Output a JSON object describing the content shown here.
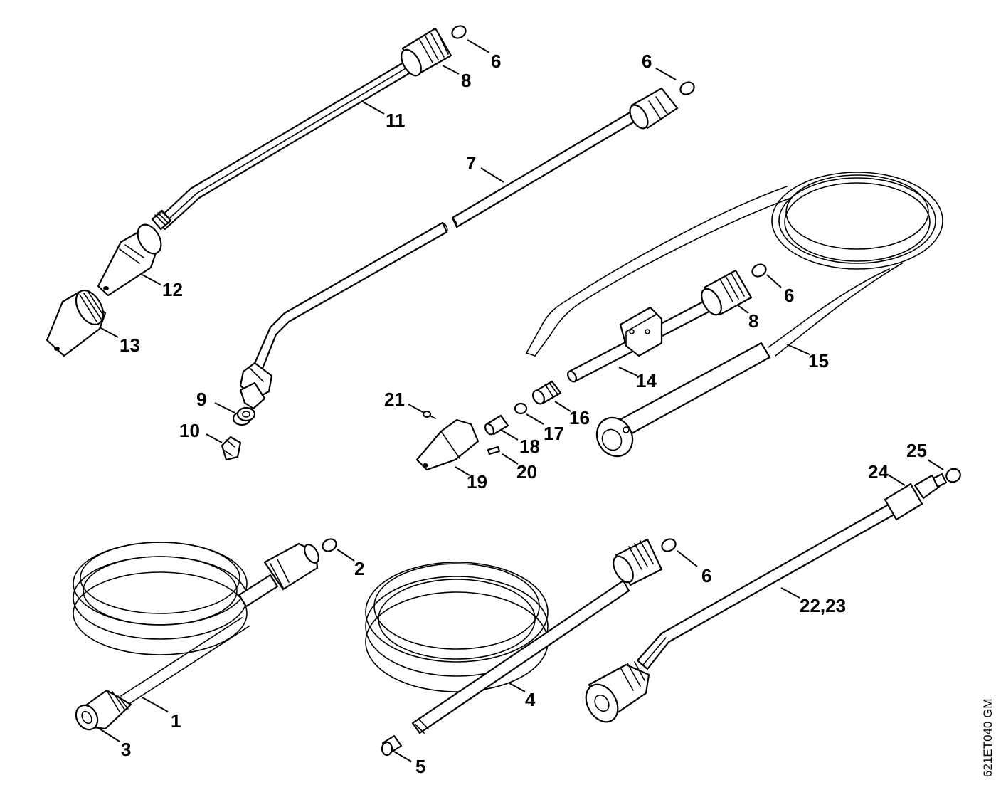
{
  "diagram": {
    "reference_code": "621ET040 GM",
    "callouts": [
      "1",
      "2",
      "3",
      "4",
      "5",
      "6",
      "6",
      "6",
      "6",
      "7",
      "8",
      "8",
      "9",
      "10",
      "11",
      "12",
      "13",
      "14",
      "15",
      "16",
      "17",
      "18",
      "19",
      "20",
      "21",
      "22,23",
      "24",
      "25"
    ]
  }
}
